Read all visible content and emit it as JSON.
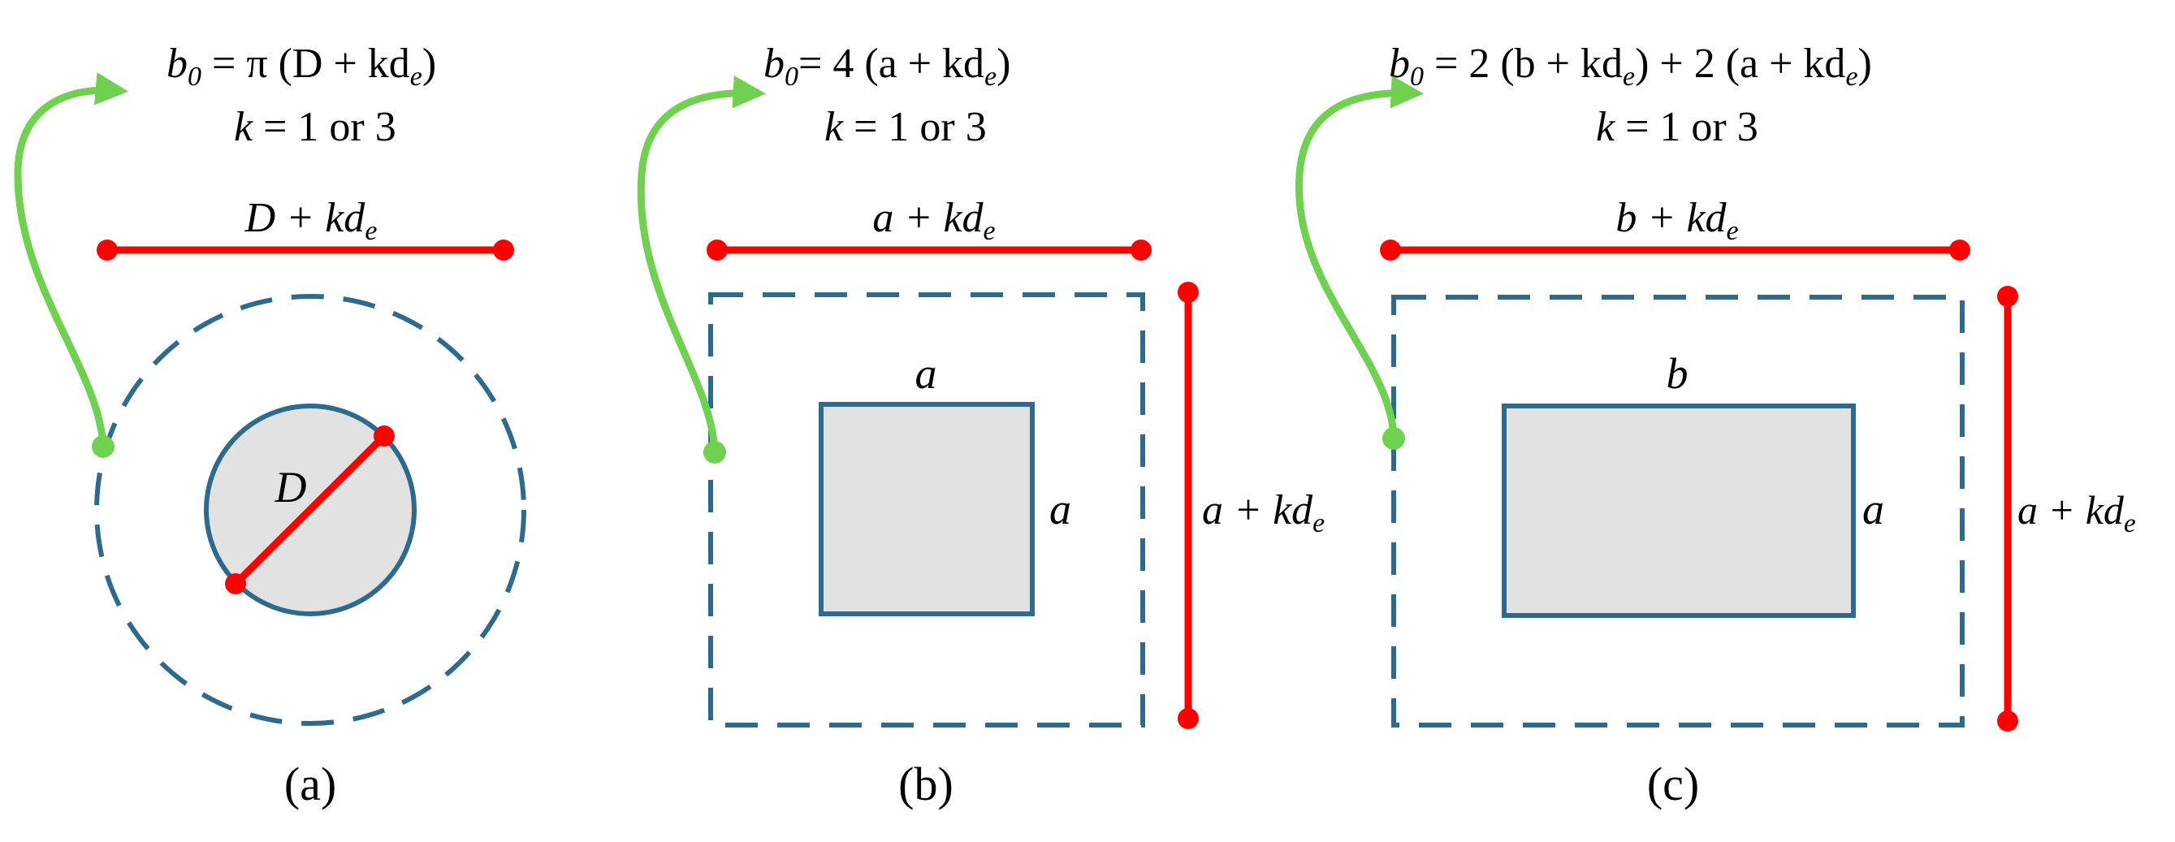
{
  "colors": {
    "outline": "#2e6a8e",
    "fill": "#e2e2e2",
    "dimension": "#ff0000",
    "arrow": "#70d050",
    "text": "#000000"
  },
  "panels": [
    {
      "caption": "(a)",
      "formula": {
        "base": "b",
        "sub": "0",
        "rhs": " = π (D + kd",
        "rhs_sub": "e",
        "rhs_end": ")"
      },
      "k_line": {
        "k": "k",
        "rest": " = 1 or 3"
      },
      "top_dim": {
        "main": "D + kd",
        "sub": "e"
      },
      "inner_label": "D"
    },
    {
      "caption": "(b)",
      "formula": {
        "base": "b",
        "sub": "0",
        "rhs": "= 4 (a + kd",
        "rhs_sub": "e",
        "rhs_end": ")"
      },
      "k_line": {
        "k": "k",
        "rest": " = 1 or 3"
      },
      "top_dim": {
        "main": "a + kd",
        "sub": "e"
      },
      "side_dim": {
        "main": "a + kd",
        "sub": "e"
      },
      "inner_top": "a",
      "inner_side": "a"
    },
    {
      "caption": "(c)",
      "formula": {
        "base": "b",
        "sub": "0",
        "rhs": " = 2 (b + kd",
        "rhs_sub": "e",
        "rhs_mid": ") + 2 (a + kd",
        "rhs_sub2": "e",
        "rhs_end": ")"
      },
      "k_line": {
        "k": "k",
        "rest": " = 1 or 3"
      },
      "top_dim": {
        "main": "b + kd",
        "sub": "e"
      },
      "side_dim": {
        "main": "a + kd",
        "sub": "e"
      },
      "inner_top": "b",
      "inner_side": "a"
    }
  ]
}
